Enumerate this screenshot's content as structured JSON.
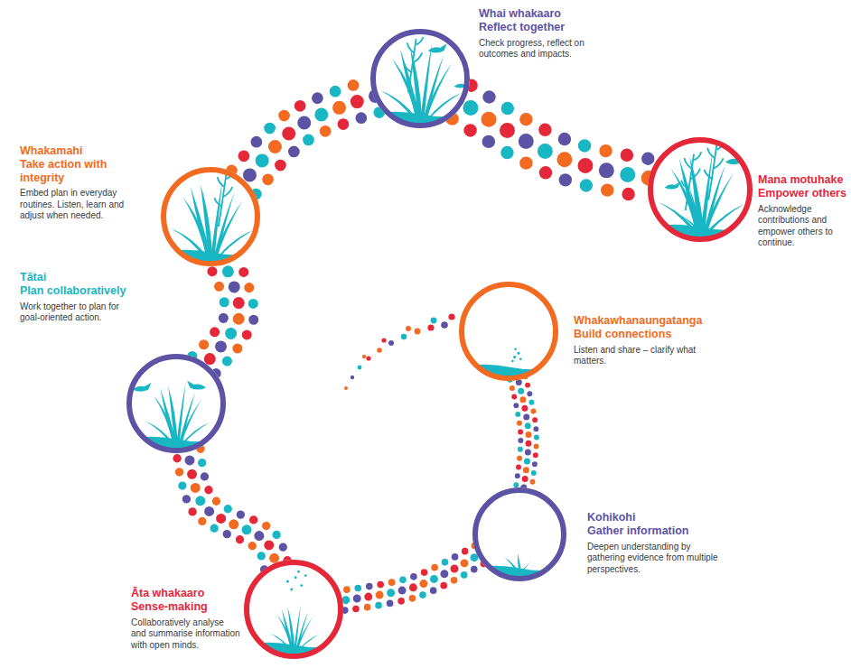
{
  "diagram": {
    "nodes": [
      {
        "text": [
          "Whakawhanaungatanga",
          "Build connections",
          "Listen and share – clarify what matters."
        ]
      },
      {
        "text": [
          "Kohikohi",
          "Gather information",
          "Deepen understanding by gathering evidence from multiple perspectives."
        ]
      },
      {
        "text": [
          "Āta whakaaro",
          "Sense-making",
          "Collaboratively analyse and summarise information with open minds."
        ]
      },
      {
        "text": [
          "Tātai",
          "Plan collaboratively",
          "Work together to plan for goal-oriented action."
        ]
      },
      {
        "text": [
          "Whakamahi",
          "Take action with integrity",
          "Embed plan in everyday routines. Listen, learn and adjust when needed."
        ]
      },
      {
        "text": [
          "Whai whakaaro",
          "Reflect together",
          "Check progress, reflect on outcomes and impacts."
        ]
      },
      {
        "text": [
          "Mana motuhake",
          "Empower others",
          "Acknowledge contributions and empower others to continue."
        ]
      }
    ],
    "edges": [
      {
        "from": 0,
        "to": 1,
        "arrow": "none"
      },
      {
        "from": 1,
        "to": 2,
        "arrow": "none"
      },
      {
        "from": 2,
        "to": 3,
        "arrow": "none"
      },
      {
        "from": 3,
        "to": 4,
        "arrow": "none"
      },
      {
        "from": 4,
        "to": 5,
        "arrow": "none"
      },
      {
        "from": 5,
        "to": 6,
        "arrow": "none"
      }
    ]
  }
}
